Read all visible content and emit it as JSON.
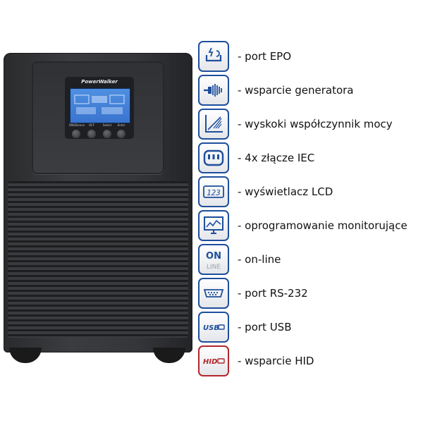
{
  "product": {
    "brand": "PowerWalker",
    "buttons": [
      "ON/Silence",
      "OFF",
      "Select",
      "Enter"
    ]
  },
  "features": [
    {
      "icon": "epo-icon",
      "label": "- port EPO"
    },
    {
      "icon": "generator-icon",
      "label": "- wsparcie generatora"
    },
    {
      "icon": "power-factor-icon",
      "label": "- wyskoki współczynnik mocy"
    },
    {
      "icon": "iec-connector-icon",
      "label": "- 4x złącze IEC"
    },
    {
      "icon": "lcd-display-icon",
      "label": "- wyświetlacz LCD",
      "icon_text": "123"
    },
    {
      "icon": "monitoring-software-icon",
      "label": "- oprogramowanie monitorujące"
    },
    {
      "icon": "online-icon",
      "label": "- on-line",
      "icon_text_top": "ON",
      "icon_text_bottom": "LINE"
    },
    {
      "icon": "rs232-port-icon",
      "label": "- port RS-232"
    },
    {
      "icon": "usb-port-icon",
      "label": "- port USB",
      "icon_text": "USB"
    },
    {
      "icon": "hid-support-icon",
      "label": "- wsparcie HID",
      "icon_text": "HID"
    }
  ],
  "colors": {
    "icon_border": "#1e4f9c",
    "hid_border": "#b3272b",
    "lcd": "#4a88dc"
  }
}
